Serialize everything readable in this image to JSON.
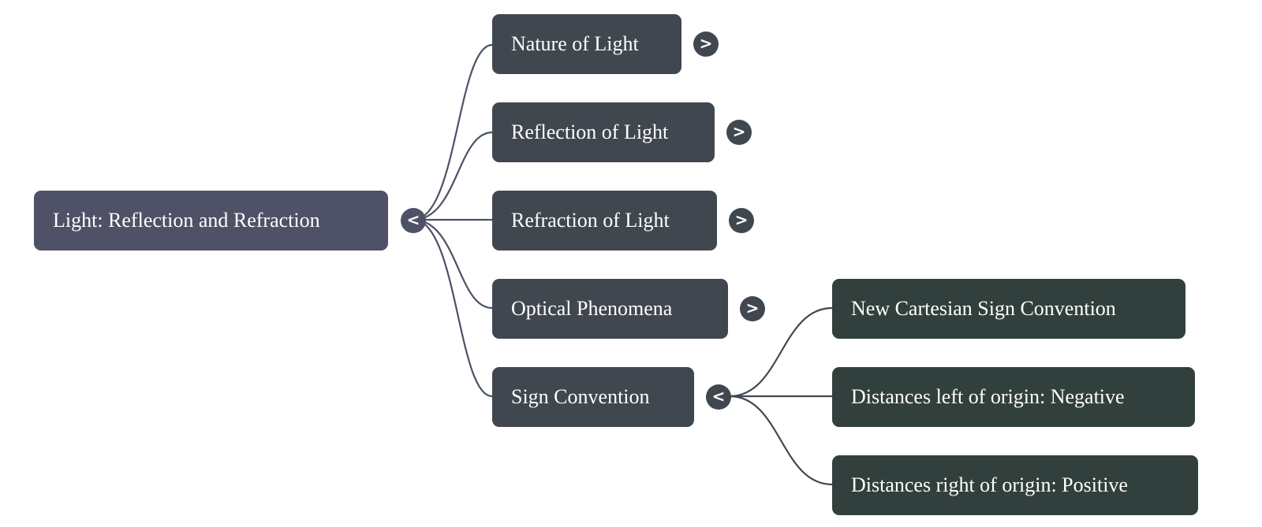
{
  "colors": {
    "root": "#4f5166",
    "level1": "#41474f",
    "level2": "#32403d",
    "link": "#4f5166"
  },
  "root": {
    "label": "Light: Reflection and Refraction",
    "toggle": "<"
  },
  "children": [
    {
      "label": "Nature of Light",
      "toggle": ">"
    },
    {
      "label": "Reflection of Light",
      "toggle": ">"
    },
    {
      "label": "Refraction of Light",
      "toggle": ">"
    },
    {
      "label": "Optical Phenomena",
      "toggle": ">"
    },
    {
      "label": "Sign Convention",
      "toggle": "<"
    }
  ],
  "sign_convention_children": [
    {
      "label": "New Cartesian Sign Convention"
    },
    {
      "label": "Distances left of origin: Negative"
    },
    {
      "label": "Distances right of origin: Positive"
    }
  ]
}
